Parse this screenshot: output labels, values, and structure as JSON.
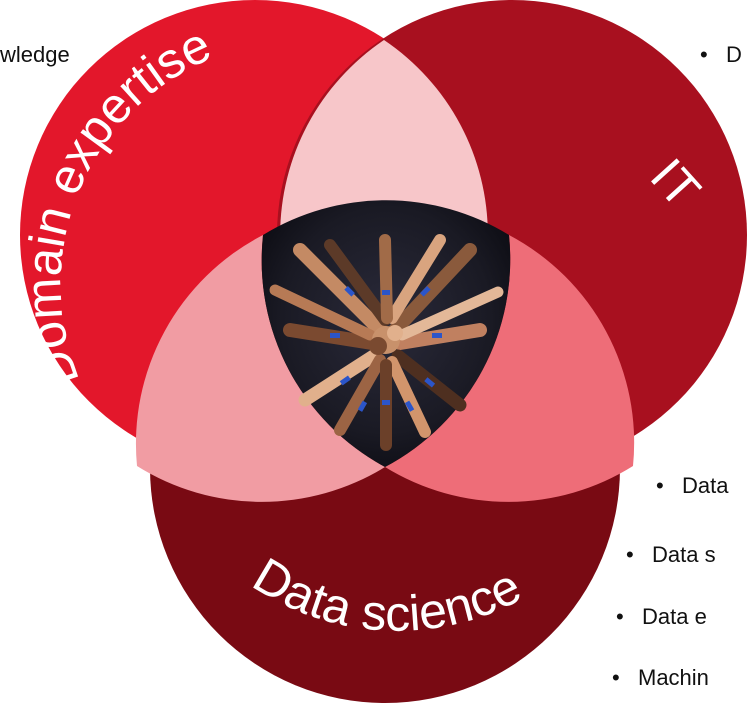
{
  "diagram": {
    "circles": [
      {
        "id": "domain",
        "label": "Domain expertise",
        "color": "#e3172b"
      },
      {
        "id": "it",
        "label": "IT",
        "color": "#a8101f"
      },
      {
        "id": "data",
        "label": "Data science",
        "color": "#790a13"
      }
    ],
    "overlaps": {
      "domain_it": "#f7c6c9",
      "domain_data": "#f19ca3",
      "it_data": "#ee6d78"
    },
    "center_image": {
      "name": "stacked-hands-photo"
    }
  },
  "side_text": {
    "top_left": "wledge",
    "top_right_bullet": "D"
  },
  "bullets": [
    "Data",
    "Data s",
    "Data e",
    "Machin"
  ]
}
